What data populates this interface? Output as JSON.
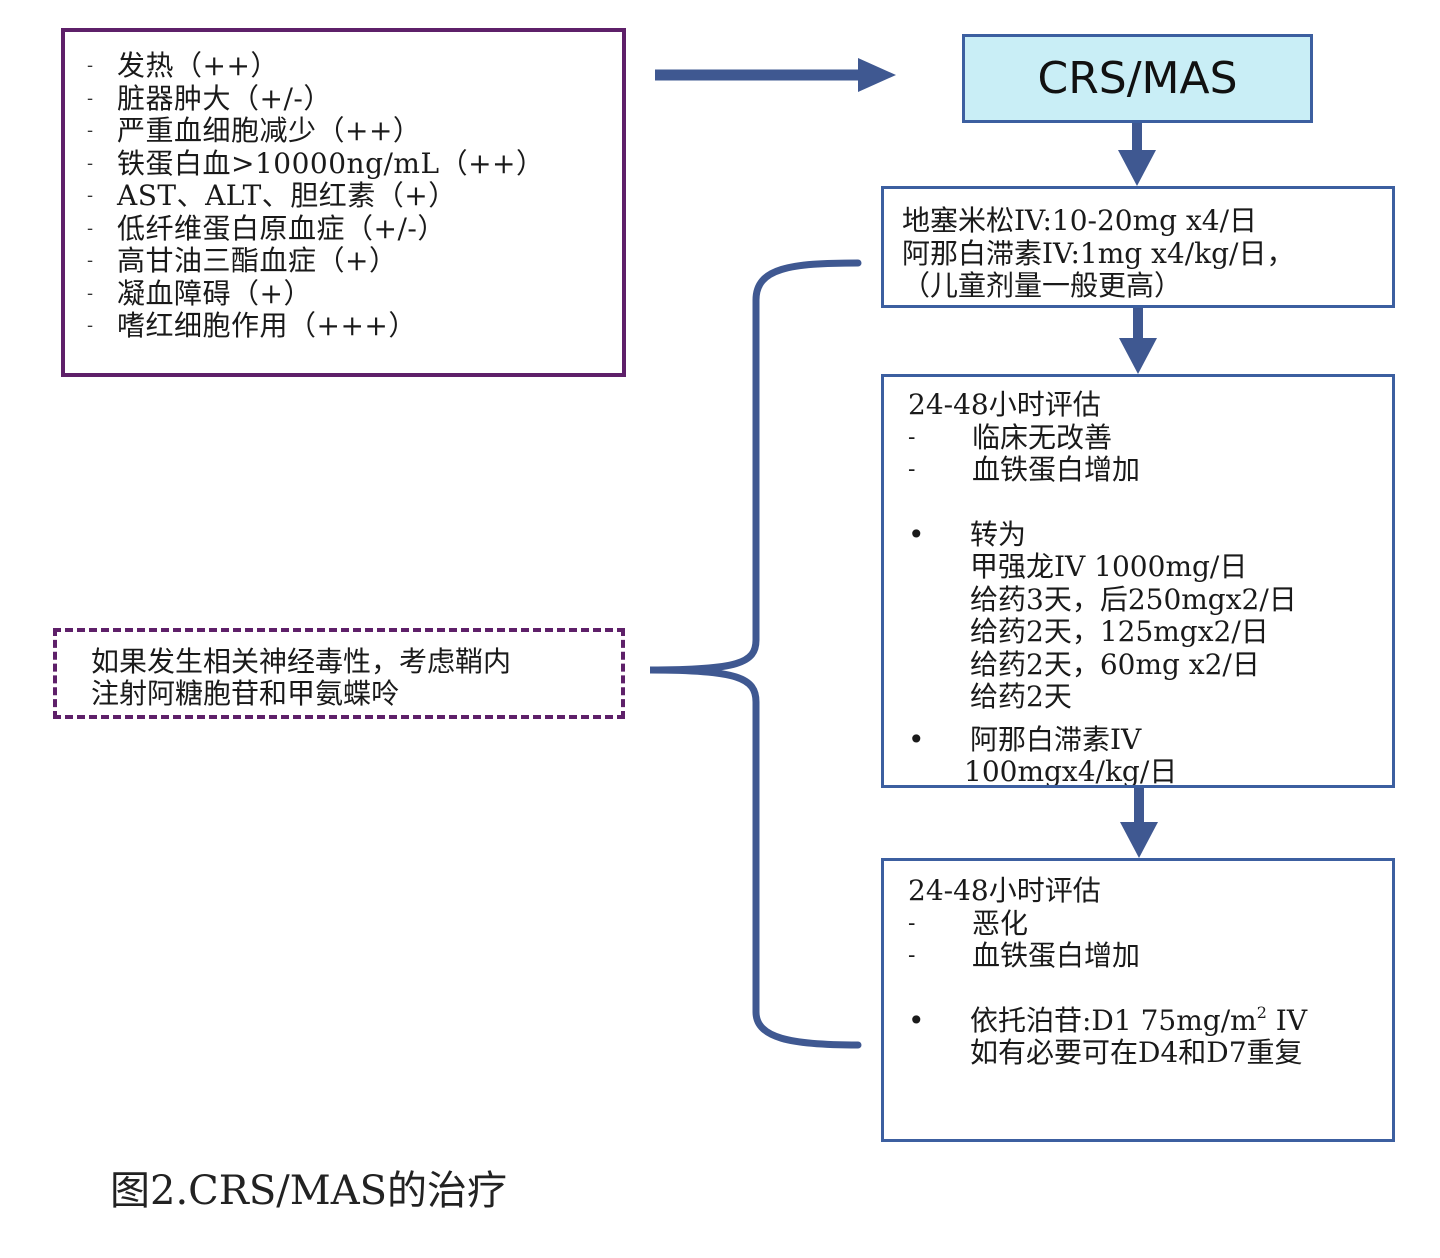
{
  "symptoms": {
    "dash": "-",
    "items": [
      "发热（++）",
      "脏器肿大（+/-）",
      "严重血细胞减少（++）",
      "铁蛋白血>10000ng/mL（++）",
      "AST、ALT、胆红素（+）",
      "低纤维蛋白原血症（+/-）",
      "高甘油三酯血症（+）",
      "凝血障碍（+）",
      "嗜红细胞作用（+++）"
    ]
  },
  "crs_box": {
    "label": "CRS/MAS"
  },
  "box1": {
    "lines": [
      "地塞米松IV:10-20mg x4/日",
      "阿那白滞素IV:1mg x4/kg/日，",
      "（儿童剂量一般更高）"
    ]
  },
  "box2": {
    "heading": "24-48小时评估",
    "dash": "-",
    "bullet": "•",
    "conditions": [
      "临床无改善",
      "血铁蛋白增加"
    ],
    "bullet1_lines": [
      "转为",
      "甲强龙IV 1000mg/日",
      "给药3天，后250mgx2/日",
      "给药2天，125mgx2/日",
      "给药2天，60mg x2/日",
      "给药2天"
    ],
    "bullet2_lines": [
      "阿那白滞素IV",
      "100mgx4/kg/日"
    ]
  },
  "box3": {
    "heading": "24-48小时评估",
    "dash": "-",
    "bullet": "•",
    "conditions": [
      "恶化",
      "血铁蛋白增加"
    ],
    "bullet_line1": "依托泊苷:D1 75mg/m",
    "bullet_line1_sup": "2",
    "bullet_line1_tail": " IV",
    "bullet_line2": "如有必要可在D4和D7重复"
  },
  "neuro_box": {
    "lines": [
      "如果发生相关神经毒性，考虑鞘内",
      "注射阿糖胞苷和甲氨蝶呤"
    ]
  },
  "caption": "图2.CRS/MAS的治疗",
  "colors": {
    "symptom_border": "#5e2069",
    "flow_border": "#3c5fa0",
    "arrow": "#3f5891",
    "crs_fill": "#c9eef6"
  }
}
